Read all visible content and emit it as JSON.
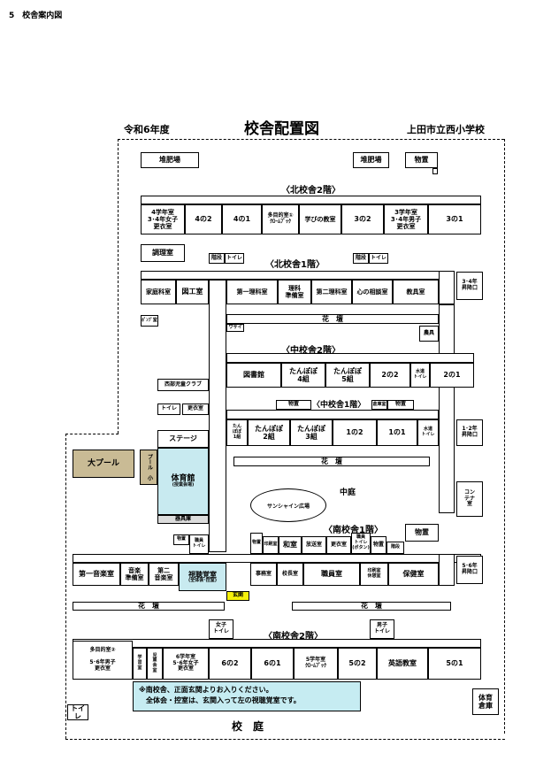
{
  "header": {
    "section_title": "5　校舎案内図"
  },
  "map": {
    "year": "令和6年度",
    "title": "校舎配置図",
    "school": "上田市立西小学校",
    "compost_left": "堆肥場",
    "compost_right": "堆肥場",
    "storage_top": "物置",
    "north2": {
      "label": "〈北校舎2階〉",
      "rooms": [
        "4学年室\n3･4年女子\n更衣室",
        "4の2",
        "4の1",
        "多目的室①\nｸﾛｰﾑﾌﾞｯｸ",
        "学びの教室",
        "3の2",
        "3学年室\n3･4年男子\n更衣室",
        "3の1"
      ]
    },
    "north1": {
      "label": "〈北校舎1階〉",
      "cooking": "調理室",
      "home_ec": "家庭科室",
      "crafts": "図工室",
      "stair_label": "階段",
      "toilet_a": "トイレ",
      "toilet_b": "トイレ",
      "rooms": [
        "第一理科室",
        "理科\n準備室",
        "第二理科室",
        "心の相談室",
        "教具室"
      ],
      "exit_34": "3･4年\n昇降口",
      "flower": "花　壇",
      "wasai": "ワサイ",
      "pump": "ﾎﾟﾝﾌﾟ室",
      "tool": "農具"
    },
    "middle2": {
      "label": "〈中校舎2階〉",
      "library": "図書館",
      "rooms": [
        "たんぽぽ\n4組",
        "たんぽぽ\n5組",
        "2の2"
      ],
      "water_toilet": "水道\nトイレ",
      "room21": "2の1"
    },
    "west": {
      "club": "西部児童クラブ",
      "toilet": "トイレ",
      "changing": "更衣室",
      "stage": "ステージ",
      "pool_big": "大プール",
      "pool_small": "プール　小",
      "gym": "体育館",
      "gym_note": "(授業会場)",
      "gear": "器具庫"
    },
    "middle1": {
      "label": "〈中校舎1階〉",
      "storage_a": "物置",
      "storage_b": "倉庫室",
      "storage_c": "物置",
      "tanpopo": "たん\nぽぽ\n1組",
      "rooms": [
        "たんぽぽ\n2組",
        "たんぽぽ\n3組",
        "1の2",
        "1の1"
      ],
      "water_toilet": "水道\nトイレ",
      "exit_12": "1･2年\n昇降口",
      "flower": "花　壇"
    },
    "courtyard": {
      "label": "中庭",
      "sunshine": "サンシャイン広場",
      "container": "コン\nテナ\n室"
    },
    "south1": {
      "label": "〈南校舎1階〉",
      "storage": "物置",
      "storage_left": "物置",
      "staff_toilet": "職員\nトイレ",
      "storage2": "物置",
      "stair": "階段",
      "utility": "印刷室",
      "japanese": "和室",
      "broadcast": "放送室",
      "changing": "更衣室",
      "toilet_small": "職員\nトイレ\n(ボタン)",
      "storage3": "物置",
      "music1": "第一音楽室",
      "music_prep": "音楽\n準備室",
      "music2": "第二\n音楽室",
      "av_room": "視聴覚室",
      "av_note": "(全体会･控室)",
      "office": "事務室",
      "principal": "校長室",
      "staff": "職員室",
      "print": "印刷室\n休憩室",
      "health": "保健室",
      "exit_56": "5･6年\n昇降口",
      "entrance": "玄関",
      "flower_left": "花　壇",
      "flower_right": "花　壇"
    },
    "south2": {
      "label": "〈南校舎2階〉",
      "girls_toilet": "女子\nトイレ",
      "boys_toilet": "男子\nトイレ",
      "multi": "多目的室②\n\n5･6年男子\n更衣室",
      "study": "学\n習\n室",
      "child": "児\n童\n会\n室",
      "grade6": "6学年室\n5･6年女子\n更衣室",
      "rooms": [
        "6の2",
        "6の1",
        "5学年室\nｸﾛｰﾑﾌﾞｯｸ",
        "5の2",
        "英語教室",
        "5の1"
      ]
    },
    "notice": "※南校舎、正面玄関よりお入りください。\n　全体会・控室は、玄関入って左の視聴覚室です。",
    "toilet_yard": "トイレ",
    "pe_storage": "体育\n倉庫",
    "schoolyard": "校　庭"
  },
  "colors": {
    "pool": "#c9bb95",
    "gym": "#c8eaf0",
    "entrance": "#f5f00a",
    "notice": "#c6ecf2",
    "gear": "#dcdcdc"
  }
}
